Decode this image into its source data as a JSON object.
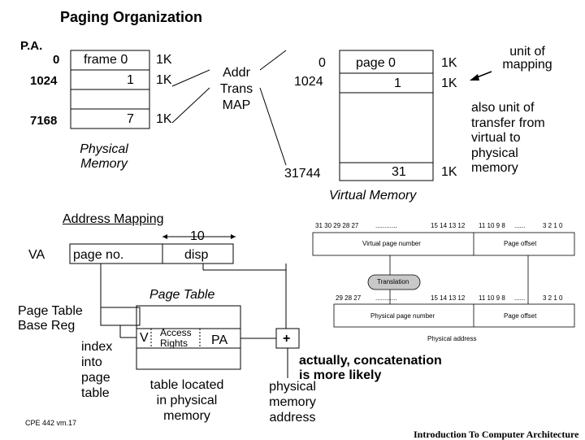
{
  "title": "Paging Organization",
  "physical_memory": {
    "pa_label": "P.A.",
    "addresses": [
      "0",
      "1024",
      "7168"
    ],
    "frames": [
      "frame 0",
      "1",
      "7"
    ],
    "sizes": [
      "1K",
      "1K",
      "1K"
    ],
    "label": [
      "Physical",
      "Memory"
    ]
  },
  "map": {
    "lines": [
      "Addr",
      "Trans",
      "MAP"
    ]
  },
  "virtual_memory": {
    "addresses": [
      "0",
      "1024",
      "31744"
    ],
    "pages": [
      "page 0",
      "1",
      "31"
    ],
    "sizes": [
      "1K",
      "1K",
      "1K"
    ],
    "label": "Virtual Memory"
  },
  "notes": {
    "unit_mapping": [
      "unit of",
      "mapping"
    ],
    "unit_transfer": [
      "also unit of",
      "transfer from",
      "virtual to",
      "physical",
      "memory"
    ]
  },
  "address_mapping": {
    "title": "Address Mapping",
    "disp_bits": "10",
    "va": "VA",
    "page_no": "page no.",
    "disp": "disp",
    "page_table_title": "Page Table",
    "base_reg": [
      "Page Table",
      "Base Reg"
    ],
    "index": [
      "index",
      "into",
      "page",
      "table"
    ],
    "v": "V",
    "access": [
      "Access",
      "Rights"
    ],
    "pa": "PA",
    "plus": "+",
    "table_note": [
      "table located",
      "in physical",
      "memory"
    ],
    "concat_note": [
      "actually, concatenation",
      "is more likely"
    ],
    "phys_addr": [
      "physical",
      "memory",
      "address"
    ]
  },
  "figure": {
    "va_bits_left": "31 30 29 28 27",
    "va_dots": "............",
    "va_bits_mid": "15 14 13 12",
    "va_bits_right": "11 10 9 8",
    "va_dots2": "......",
    "va_bits_end": "3 2 1 0",
    "vpn_label": "Virtual page number",
    "offset_label": "Page offset",
    "translation": "Translation",
    "pa_bits_left": "29 28 27",
    "pa_dots": "............",
    "pa_bits_mid": "15 14 13 12",
    "pa_bits_right": "11 10 9 8",
    "pa_dots2": "......",
    "pa_bits_end": "3 2 1 0",
    "ppn_label": "Physical page number",
    "pa_offset_label": "Page offset",
    "phys_label": "Physical address"
  },
  "footer": {
    "left": "CPE 442  vm.17",
    "right": "Introduction To Computer Architecture"
  }
}
